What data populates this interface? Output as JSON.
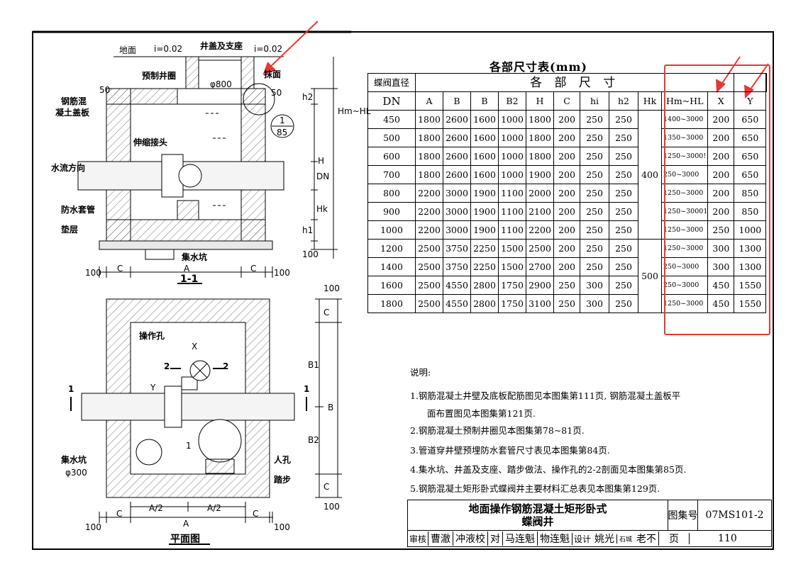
{
  "table": {
    "title": "各部尺寸表(mm)",
    "header_dn_top": "蝶阀直径",
    "header_dn_bottom": "DN",
    "header_group": "各 部 尺 寸",
    "columns": [
      "A",
      "B",
      "B",
      "B2",
      "H",
      "C",
      "hi",
      "h2",
      "Hk",
      "Hm~HL",
      "X",
      "Y"
    ],
    "rows": [
      [
        "450",
        "1800",
        "2600",
        "1600",
        "1000",
        "1800",
        "200",
        "250",
        "250",
        "1400~3000",
        "200",
        "650"
      ],
      [
        "500",
        "1800",
        "2600",
        "1600",
        "1000",
        "1800",
        "200",
        "250",
        "250",
        "1350~3000",
        "200",
        "650"
      ],
      [
        "600",
        "1800",
        "2600",
        "1600",
        "1000",
        "1800",
        "200",
        "250",
        "250",
        "1250~3000!",
        "200",
        "650"
      ],
      [
        "700",
        "1800",
        "2600",
        "1600",
        "1000",
        "1900",
        "200",
        "250",
        "250",
        "250~3000",
        "200",
        "650"
      ],
      [
        "800",
        "2200",
        "3000",
        "1900",
        "1100",
        "2000",
        "200",
        "250",
        "250",
        "1250~3000",
        "200",
        "850"
      ],
      [
        "900",
        "2200",
        "3000",
        "1900",
        "1100",
        "2100",
        "200",
        "250",
        "250",
        "1250~30001",
        "200",
        "850"
      ],
      [
        "1000",
        "2200",
        "3000",
        "1900",
        "1100",
        "2200",
        "200",
        "250",
        "250",
        "1250~3000",
        "250",
        "1000"
      ],
      [
        "1200",
        "2500",
        "3750",
        "2250",
        "1500",
        "2500",
        "200",
        "250",
        "250",
        "1250~3000",
        "300",
        "1300"
      ],
      [
        "1400",
        "2500",
        "3750",
        "2250",
        "1500",
        "2700",
        "200",
        "250",
        "250",
        "250~3000",
        "300",
        "1300"
      ],
      [
        "1600",
        "2500",
        "4550",
        "2800",
        "1750",
        "2900",
        "250",
        "300",
        "250",
        "250~3000",
        "450",
        "1550"
      ],
      [
        "1800",
        "2500",
        "4550",
        "2800",
        "1750",
        "3100",
        "250",
        "300",
        "250",
        "1250~3000",
        "450",
        "1550"
      ]
    ],
    "hk_group1": "400",
    "hk_group2": "500"
  },
  "notes": {
    "heading": "说明:",
    "items": [
      "1.钢筋混凝土井壁及底板配筋图见本图集第111页, 钢筋混凝土盖板平",
      "面布置图见本图集第121页.",
      "2.钢筋混凝土预制井圈见本图集第78~81页.",
      "3.管道穿井壁预埋防水套管尺寸表见本图集第84页.",
      "4.集水坑、井盖及支座、踏步做法、操作孔的2-2剖面见本图集第85页.",
      "5.钢筋混凝土矩形卧式蝶阀井主要材料汇总表见本图集第129页."
    ]
  },
  "title_block": {
    "title_line1": "地面操作钢筋混凝土矩形卧式",
    "title_line2": "蝶阀井",
    "atlas_label": "图集号",
    "atlas_no": "07MS101-2",
    "review": "审核",
    "reviewer": "曹澈",
    "reviewer_sig": "冲液校",
    "check": "对",
    "checker": "马连魁",
    "checker_sig": "物连魁",
    "design": "设计",
    "designer": "姚光",
    "designer_sig": "石城",
    "designer_sig2": "老不",
    "page_label": "页",
    "page_no": "110"
  },
  "drawing": {
    "labels": {
      "ground": "地面",
      "slope1": "i=0.02",
      "cover": "井盖及支座",
      "slope2": "i=0.02",
      "precast_ring": "预制井圈",
      "pave": "抹面",
      "dia800": "φ800",
      "rc_slab1": "钢筋混",
      "rc_slab2": "凝土盖板",
      "fifty_left": "50",
      "fifty_right": "50",
      "joint": "伸缩接头",
      "flow": "水流方向",
      "sleeve": "防水套管",
      "cushion": "垫层",
      "sump": "集水坑",
      "h2": "h2",
      "hm": "Hm~HL",
      "H": "H",
      "DN": "DN",
      "Hk": "Hk",
      "h1": "h1",
      "hundred": "100",
      "detail_top": "1",
      "detail_bottom": "85",
      "C": "C",
      "A": "A",
      "section": "1-1",
      "op_hole": "操作孔",
      "X": "X",
      "Y": "Y",
      "two": "2",
      "one": "1",
      "B1": "B1",
      "B2": "B2",
      "B": "B",
      "sump_plan": "集水坑",
      "sump_dia": "φ300",
      "manhole": "人孔",
      "step": "踏步",
      "A2": "A/2",
      "plan": "平面图"
    }
  },
  "colors": {
    "highlight": "#e53935",
    "line": "#000000"
  }
}
